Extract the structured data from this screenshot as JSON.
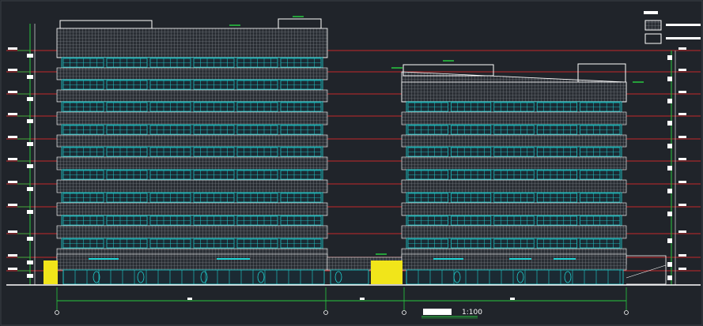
{
  "drawing": {
    "scale_text": "1:100",
    "colors": {
      "background": "#20242a",
      "outline": "#ffffff",
      "floor_line": "#c3272b",
      "glazing": "#1fd3d3",
      "dimension": "#27c93f",
      "ground_fill": "#f1e51a",
      "hatch": "#9aa0a6"
    },
    "legend": {
      "hatch_swatch": "hatch-swatch",
      "plain_swatch": "plain-swatch"
    }
  }
}
